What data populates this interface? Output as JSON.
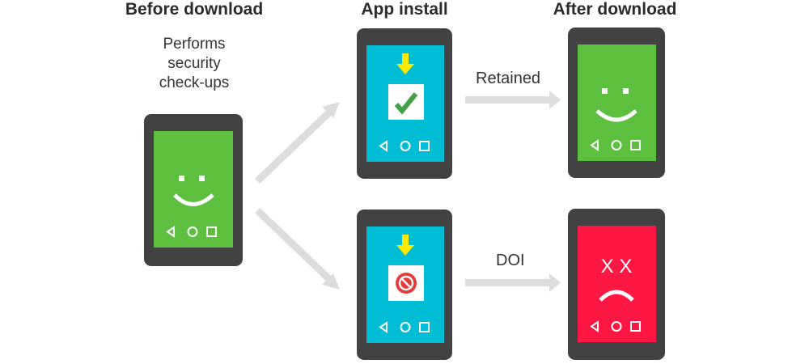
{
  "headings": {
    "before": "Before download",
    "install": "App install",
    "after": "After download"
  },
  "before_note": [
    "Performs",
    "security",
    "check-ups"
  ],
  "flow_labels": {
    "retained": "Retained",
    "doi": "DOI"
  },
  "colors": {
    "phone_body": "#424242",
    "screen_green": "#5cbf3e",
    "screen_cyan": "#00bcd4",
    "screen_red": "#ff1744",
    "arrow_gray": "#dddddd",
    "download_arrow_yellow": "#ffeb00",
    "check_green": "#43a047",
    "block_red": "#e53935"
  },
  "icons": {
    "nav": [
      "back-triangle-icon",
      "home-circle-icon",
      "recents-square-icon"
    ],
    "download": "download-arrow-icon",
    "success": "checkmark-icon",
    "blocked": "no-entry-icon",
    "happy": "smiley-face-icon",
    "sad": "sad-face-icon"
  },
  "sad_eyes": "X X"
}
